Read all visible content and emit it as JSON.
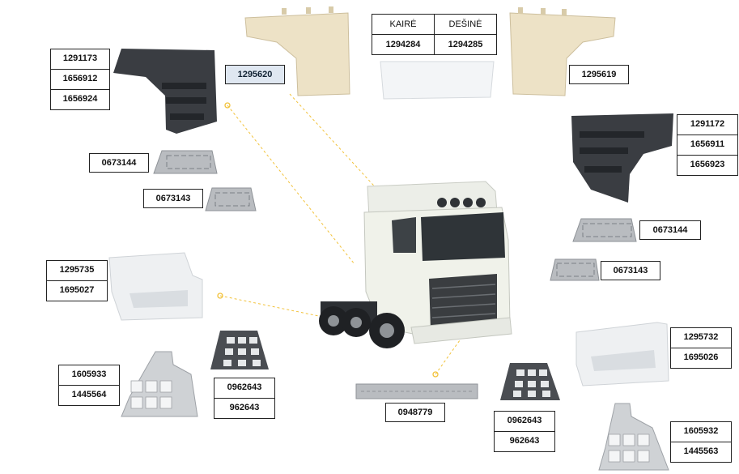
{
  "colors": {
    "cream": "#ede2c6",
    "dark_plastic": "#3a3d42",
    "white_plastic": "#eef0f2",
    "metal_grey": "#b9bcc0",
    "leader_line": "#f2c23a"
  },
  "top_table": {
    "headers": [
      "KAIRĖ",
      "DEŠINĖ"
    ],
    "values": [
      "1294284",
      "1294285"
    ]
  },
  "labels": {
    "cream_left": "1295620",
    "cream_right": "1295619",
    "dark_left": [
      "1291173",
      "1656912",
      "1656924"
    ],
    "dark_right": [
      "1291172",
      "1656911",
      "1656923"
    ],
    "grille_left_a": "0673144",
    "grille_left_b": "0673143",
    "grille_right_a": "0673144",
    "grille_right_b": "0673143",
    "white_left": [
      "1295735",
      "1695027"
    ],
    "white_right": [
      "1295732",
      "1695026"
    ],
    "bracket_left": [
      "1605933",
      "1445564"
    ],
    "bracket_right": [
      "1605932",
      "1445563"
    ],
    "tread_left": [
      "0962643",
      "962643"
    ],
    "tread_right": [
      "0962643",
      "962643"
    ],
    "strip_center": "0948779"
  }
}
